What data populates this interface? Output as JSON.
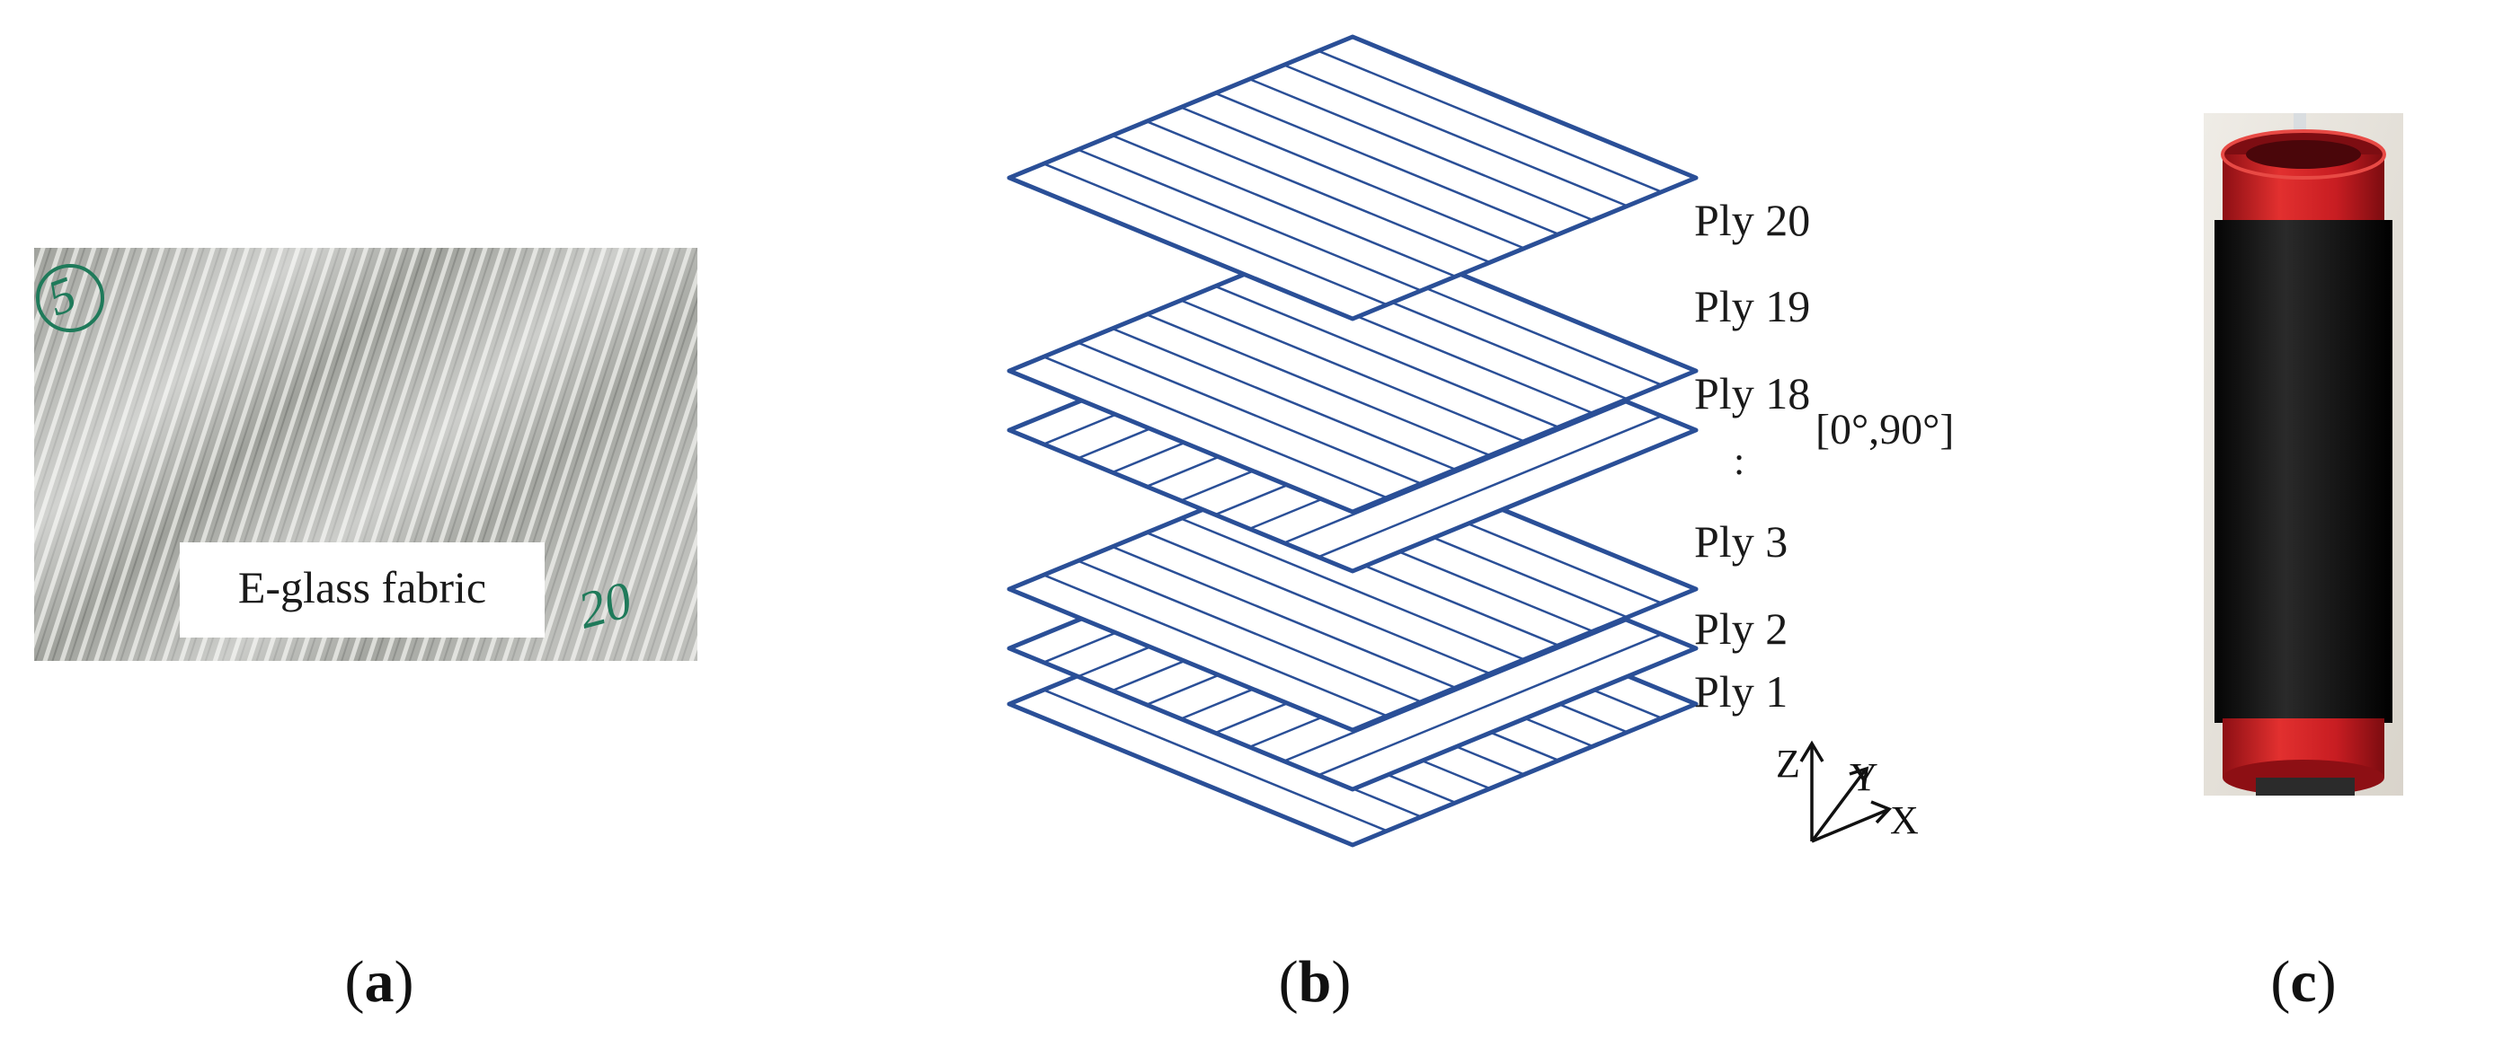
{
  "panel_a": {
    "label_text": "E-glass fabric",
    "marks": [
      "5",
      "20"
    ],
    "caption": {
      "open": "(",
      "letter": "a",
      "close": ")"
    }
  },
  "panel_b": {
    "ply_labels": [
      "Ply 20",
      "Ply 19",
      "Ply 18",
      "Ply 3",
      "Ply 2",
      "Ply 1"
    ],
    "continuation": ":",
    "layup": "[0°,90°]",
    "axes": {
      "z": "Z",
      "y": "Y",
      "x": "X"
    },
    "caption": {
      "open": "(",
      "letter": "b",
      "close": ")"
    }
  },
  "panel_c": {
    "caption": {
      "open": "(",
      "letter": "c",
      "close": ")"
    }
  },
  "colors": {
    "ply_stroke": "#2a4f97",
    "spool_red": "#cc1d22",
    "fiber_black": "#151515",
    "fabric_grey": "#a3a59f"
  }
}
